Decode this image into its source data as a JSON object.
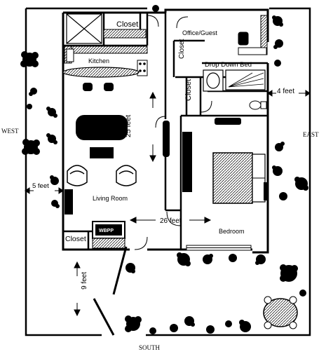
{
  "rooms": {
    "kitchen": "Kitchen",
    "closet_top": "Closet",
    "office": "Office/Guest",
    "closet_office": "Closet",
    "drop_down_bed": "Drop Down Bed",
    "closet_mid": "Closet",
    "living_room": "Living Room",
    "closet_bottom": "Closet",
    "bedroom": "Bedroom",
    "wbpp": "WBPP"
  },
  "compass": {
    "west": "WEST",
    "east": "EAST",
    "south": "SOUTH"
  },
  "dimensions": {
    "height_25": "25 feet",
    "width_26": "26 feet",
    "setback_west": "5 feet",
    "setback_east": "4 feet",
    "setback_south": "9 feet"
  }
}
